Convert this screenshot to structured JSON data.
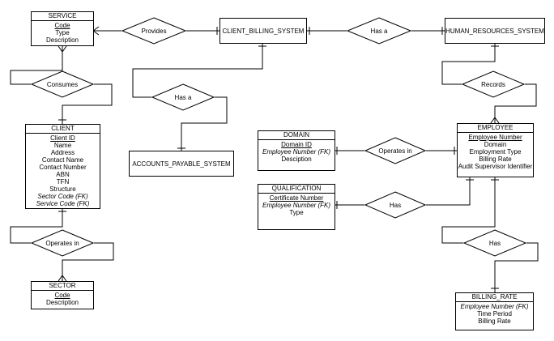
{
  "entities": {
    "service": {
      "title": "SERVICE",
      "attributes": [
        {
          "text": "Code",
          "style": "pk"
        },
        {
          "text": "Type",
          "style": ""
        },
        {
          "text": "Description",
          "style": ""
        }
      ]
    },
    "client": {
      "title": "CLIENT",
      "attributes": [
        {
          "text": "Client ID",
          "style": "pk"
        },
        {
          "text": "Name",
          "style": ""
        },
        {
          "text": "Address",
          "style": ""
        },
        {
          "text": "Contact Name",
          "style": ""
        },
        {
          "text": "Contact Number",
          "style": ""
        },
        {
          "text": "ABN",
          "style": ""
        },
        {
          "text": "TFN",
          "style": ""
        },
        {
          "text": "Structure",
          "style": ""
        },
        {
          "text": "Sector Code (FK)",
          "style": "fk"
        },
        {
          "text": "Service Code (FK)",
          "style": "fk"
        }
      ]
    },
    "sector": {
      "title": "SECTOR",
      "attributes": [
        {
          "text": "Code",
          "style": "pk"
        },
        {
          "text": "Description",
          "style": ""
        }
      ]
    },
    "domain": {
      "title": "DOMAIN",
      "attributes": [
        {
          "text": "Domain ID",
          "style": "pk"
        },
        {
          "text": "Employee Number (FK)",
          "style": "fk"
        },
        {
          "text": "Desciption",
          "style": ""
        }
      ]
    },
    "qualification": {
      "title": "QUALIFICATION",
      "attributes": [
        {
          "text": "Certificate Number",
          "style": "pk"
        },
        {
          "text": "Employee Number (FK)",
          "style": "fk"
        },
        {
          "text": "Type",
          "style": ""
        }
      ]
    },
    "employee": {
      "title": "EMPLOYEE",
      "attributes": [
        {
          "text": "Employee Number",
          "style": "pk"
        },
        {
          "text": "Domain",
          "style": ""
        },
        {
          "text": "Employment Type",
          "style": ""
        },
        {
          "text": "Billing Rate",
          "style": ""
        },
        {
          "text": "Audit Supervisor Identifier",
          "style": ""
        }
      ]
    },
    "billing_rate": {
      "title": "BILLING_RATE",
      "attributes": [
        {
          "text": "Employee Number (FK)",
          "style": "fk"
        },
        {
          "text": "Time Period",
          "style": ""
        },
        {
          "text": "Billing Rate",
          "style": ""
        }
      ]
    }
  },
  "systems": {
    "client_billing": "CLIENT_BILLING_SYSTEM",
    "human_resources": "HUMAN_RESOURCES_SYSTEM",
    "accounts_payable": "ACCOUNTS_PAYABLE_SYSTEM"
  },
  "relationships": {
    "provides": "Provides",
    "has_a_hr": "Has a",
    "consumes": "Consumes",
    "has_a_ap": "Has a",
    "operates_in_domain": "Operates in",
    "records": "Records",
    "has_qual": "Has",
    "operates_in_sector": "Operates in",
    "has_billing": "Has"
  }
}
